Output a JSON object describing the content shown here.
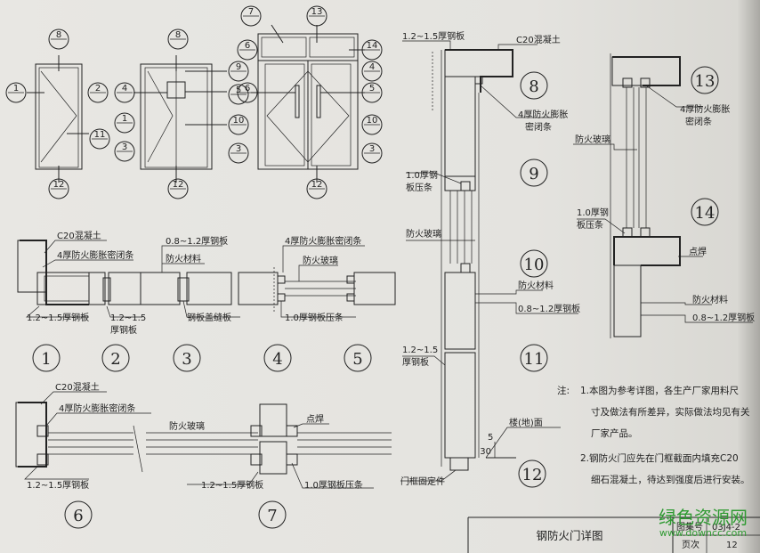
{
  "title": "钢防火门详图",
  "atlas_no_label": "图集号",
  "atlas_no": "03J4-2",
  "page_label": "页次",
  "page_no": "12",
  "watermark": {
    "main": "绿色资源网",
    "url": "www.downcc.com"
  },
  "elevation_bubbles": [
    "1",
    "2",
    "3",
    "4",
    "5",
    "6",
    "7",
    "8",
    "9",
    "10",
    "11",
    "12",
    "13",
    "14"
  ],
  "detail_numbers": [
    "1",
    "2",
    "3",
    "4",
    "5",
    "6",
    "7",
    "8",
    "9",
    "10",
    "11",
    "12",
    "13",
    "14"
  ],
  "labels": {
    "c20_concrete": "C20混凝土",
    "seal_strip_4": "4厚防火膨胀密闭条",
    "seal_strip_4_a": "4厚防火膨胀",
    "seal_strip_4_b": "密闭条",
    "steel_12_15": "1.2~1.5厚钢板",
    "steel_12_15_a": "1.2~1.5",
    "steel_12_15_b": "厚钢板",
    "steel_08_12": "0.8~1.2厚钢板",
    "fire_material": "防火材料",
    "steel_cover_plate": "钢板盖缝板",
    "fire_glass": "防火玻璃",
    "strip_10": "1.0厚钢板压条",
    "strip_10_a": "1.0厚钢",
    "strip_10_b": "板压条",
    "spot_weld": "点焊",
    "floor": "楼(地)面",
    "frame_anchor": "门框固定件",
    "dim_30": "30",
    "dim_5": "5"
  },
  "notes": {
    "prefix": "注:",
    "n1_l1": "1.本图为参考详图，各生产厂家用料尺",
    "n1_l2": "寸及做法有所差异，实际做法均见有关",
    "n1_l3": "厂家产品。",
    "n2_l1": "2.钢防火门应先在门框截面内填充C20",
    "n2_l2": "细石混凝土，待达到强度后进行安装。"
  }
}
